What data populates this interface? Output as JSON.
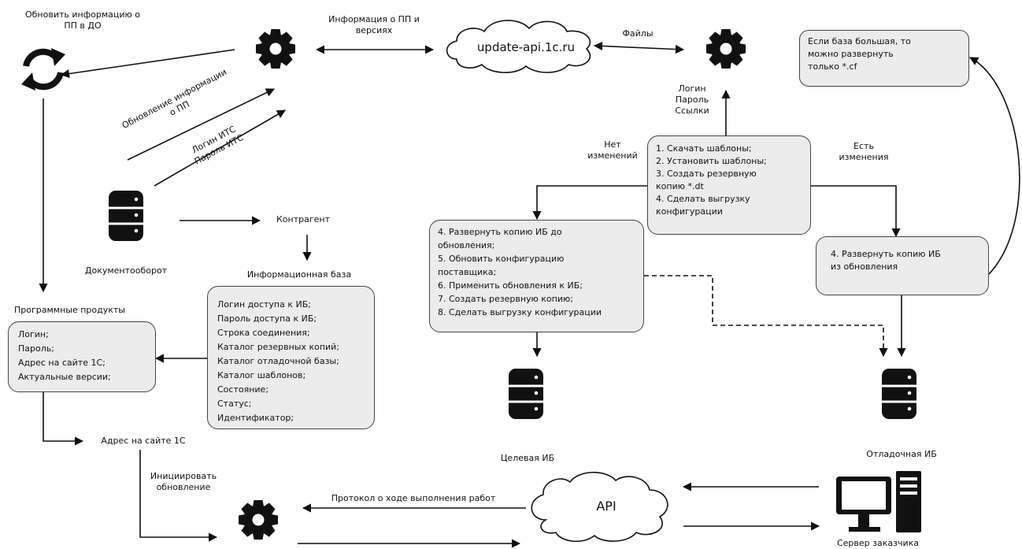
{
  "top_left_label": [
    "Обновить информацию о",
    "ПП в ДО"
  ],
  "info_pp_label": [
    "Информация о ПП и",
    "версиях"
  ],
  "cloud_update": "update-api.1c.ru",
  "files_label": "Файлы",
  "note_box": [
    "Если база большая, то",
    "можно развернуть",
    "только *.cf"
  ],
  "login_links": [
    "Логин",
    "Пароль",
    "Ссылки"
  ],
  "update_info_label": [
    "Обновление информации",
    "о ПП"
  ],
  "login_its_label": [
    "Логин ИТС",
    "Пароль ИТС"
  ],
  "no_changes_label": [
    "Нет",
    "изменений"
  ],
  "changes_label": [
    "Есть",
    "изменения"
  ],
  "center_box": [
    "1. Скачать шаблоны;",
    "2. Установить шаблоны;",
    "3. Создать резервную",
    "копию *.dt",
    "4. Сделать выгрузку",
    "конфигурации"
  ],
  "contractor_label": "Контрагент",
  "docflow_label": "Документооборот",
  "infobase_title": "Информационная база",
  "infobase_box": [
    "Логин доступа к ИБ;",
    "Пароль доступа к ИБ;",
    "Строка соединения;",
    "Каталог резервных копий;",
    "Каталог отладочной базы;",
    "Каталог шаблонов;",
    "Состояние;",
    "Статус;",
    "Идентификатор;"
  ],
  "steps_box": [
    "4. Развернуть копию ИБ до",
    "обновления;",
    "5. Обновить конфигурацию",
    "поставщика;",
    "6. Применить обновления к ИБ;",
    "7. Создать резервную копию;",
    "8. Сделать выгрузку конфигурации"
  ],
  "right_box": [
    "4. Развернуть копию ИБ",
    "из обновления"
  ],
  "products_title": "Программные продукты",
  "products_box": [
    "Логин;",
    "Пароль;",
    "Адрес на сайте 1С;",
    "Актуальные версии;"
  ],
  "address_label": "Адрес на сайте 1С",
  "target_db_label": "Целевая ИБ",
  "debug_db_label": "Отладочная ИБ",
  "initiate_label": [
    "Инициировать",
    "обновление"
  ],
  "protocol_label": "Протокол о ходе выполнения работ",
  "cloud_api": "API",
  "server_label": "Сервер заказчика"
}
